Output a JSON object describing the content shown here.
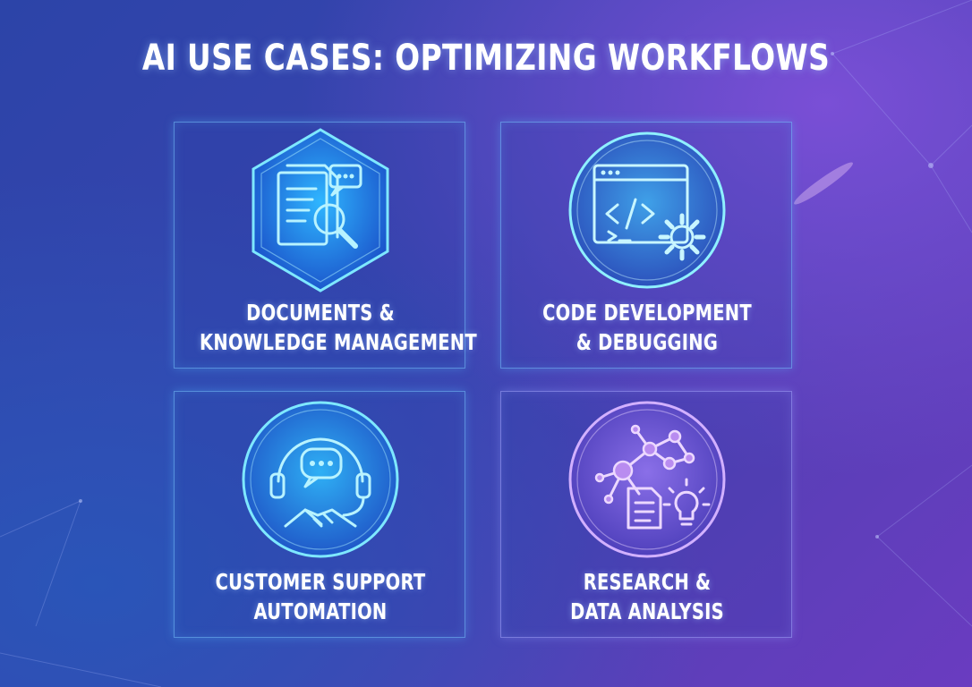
{
  "title": "AI USE CASES: OPTIMIZING WORKFLOWS",
  "cards": [
    {
      "line1": "DOCUMENTS &",
      "line2": "KNOWLEDGE MANAGEMENT",
      "icon": "document-search-icon"
    },
    {
      "line1": "CODE DEVELOPMENT",
      "line2": "& DEBUGGING",
      "icon": "code-window-gear-icon"
    },
    {
      "line1": "CUSTOMER SUPPORT",
      "line2": "AUTOMATION",
      "icon": "support-handshake-icon"
    },
    {
      "line1": "RESEARCH &",
      "line2": "DATA ANALYSIS",
      "icon": "network-research-icon"
    }
  ],
  "colors": {
    "cyan_accent": "#5fe0ff",
    "violet_accent": "#c59bff",
    "background_start": "#2c44a8",
    "background_end": "#6a3cc0"
  }
}
